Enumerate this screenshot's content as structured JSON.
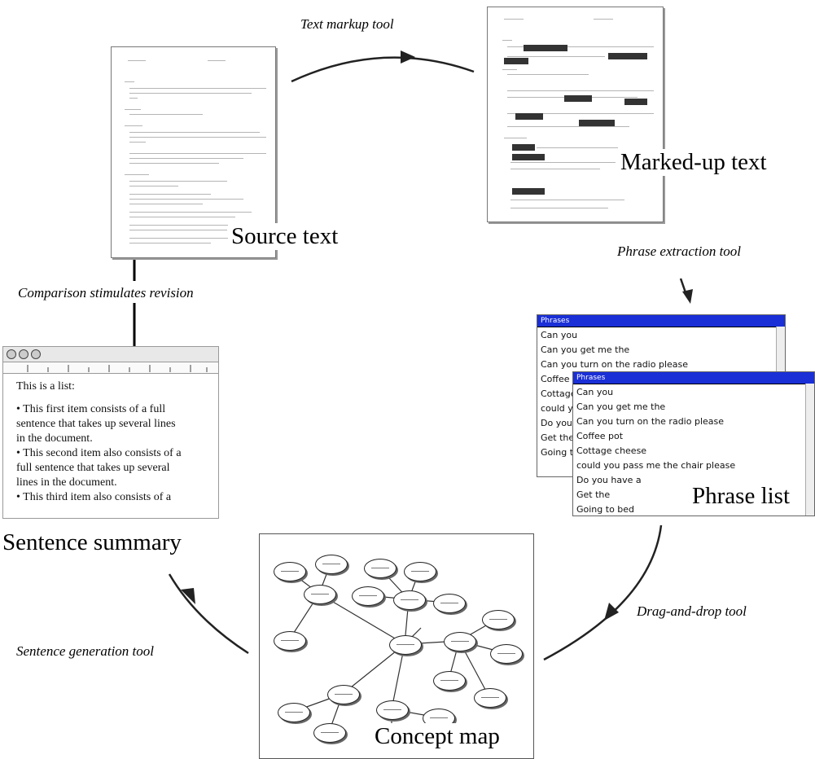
{
  "labels": {
    "source_text": "Source text",
    "marked_up_text": "Marked-up text",
    "phrase_list": "Phrase list",
    "sentence_summary": "Sentence summary",
    "concept_map": "Concept map"
  },
  "tools": {
    "text_markup": "Text markup  tool",
    "phrase_extraction": "Phrase extraction tool",
    "drag_and_drop": "Drag-and-drop tool",
    "sentence_generation": "Sentence generation tool",
    "comparison": "Comparison stimulates revision"
  },
  "phrase_window_back": {
    "title": "Phrases",
    "items": [
      "Can you",
      "Can you get me the",
      "Can you turn on the radio please",
      "Coffee pot",
      "Cottage",
      "could y",
      "Do you",
      "Get the",
      "Going to bed"
    ]
  },
  "phrase_window_front": {
    "title": "Phrases",
    "items": [
      "Can you",
      "Can you get me the",
      "Can you turn on the radio please",
      "Coffee pot",
      "Cottage cheese",
      "could you pass me the chair please",
      "Do you have a",
      "Get the",
      "Going to bed"
    ]
  },
  "sentence_summary_doc": {
    "lines": [
      "This is a list:",
      "",
      "• This first item consists of a full",
      "   sentence that takes up several lines",
      "   in the document.",
      "• This second item also consists of a",
      "   full sentence that takes up several",
      "   lines in the document.",
      "• This third item also consists of a"
    ]
  }
}
